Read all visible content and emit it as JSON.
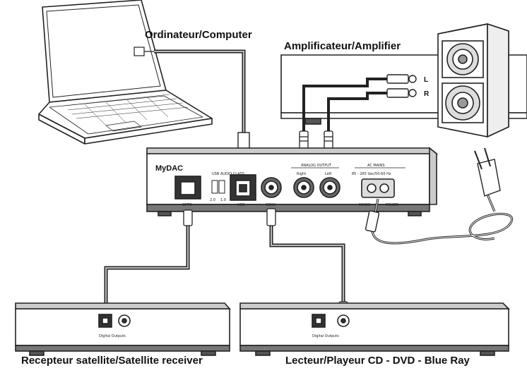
{
  "labels": {
    "computer": "Ordinateur/Computer",
    "amplifier": "Amplificateur/Amplifier",
    "satellite": "Recepteur satellite/Satellite receiver",
    "player": "Lecteur/Playeur CD - DVD - Blue Ray"
  },
  "dac": {
    "brand": "MyDAC",
    "usb_audio_class": "USB AUDIO CLASS",
    "class_options": [
      "2.0",
      "1.0"
    ],
    "ports": {
      "opto": "OPTO",
      "usb": "USB",
      "coax": "COAX",
      "analog_output": "ANALOG OUTPUT",
      "right": "Right",
      "left": "Left",
      "ac_mains": "AC MAINS",
      "mains_spec": "85 - 265 Vac/50-60 Hz",
      "mains_left": "MAINS",
      "mains_right": "POWER"
    }
  },
  "amp_channels": [
    "L",
    "R"
  ],
  "device_labels": {
    "digital_outputs": "Digital Outputs"
  }
}
